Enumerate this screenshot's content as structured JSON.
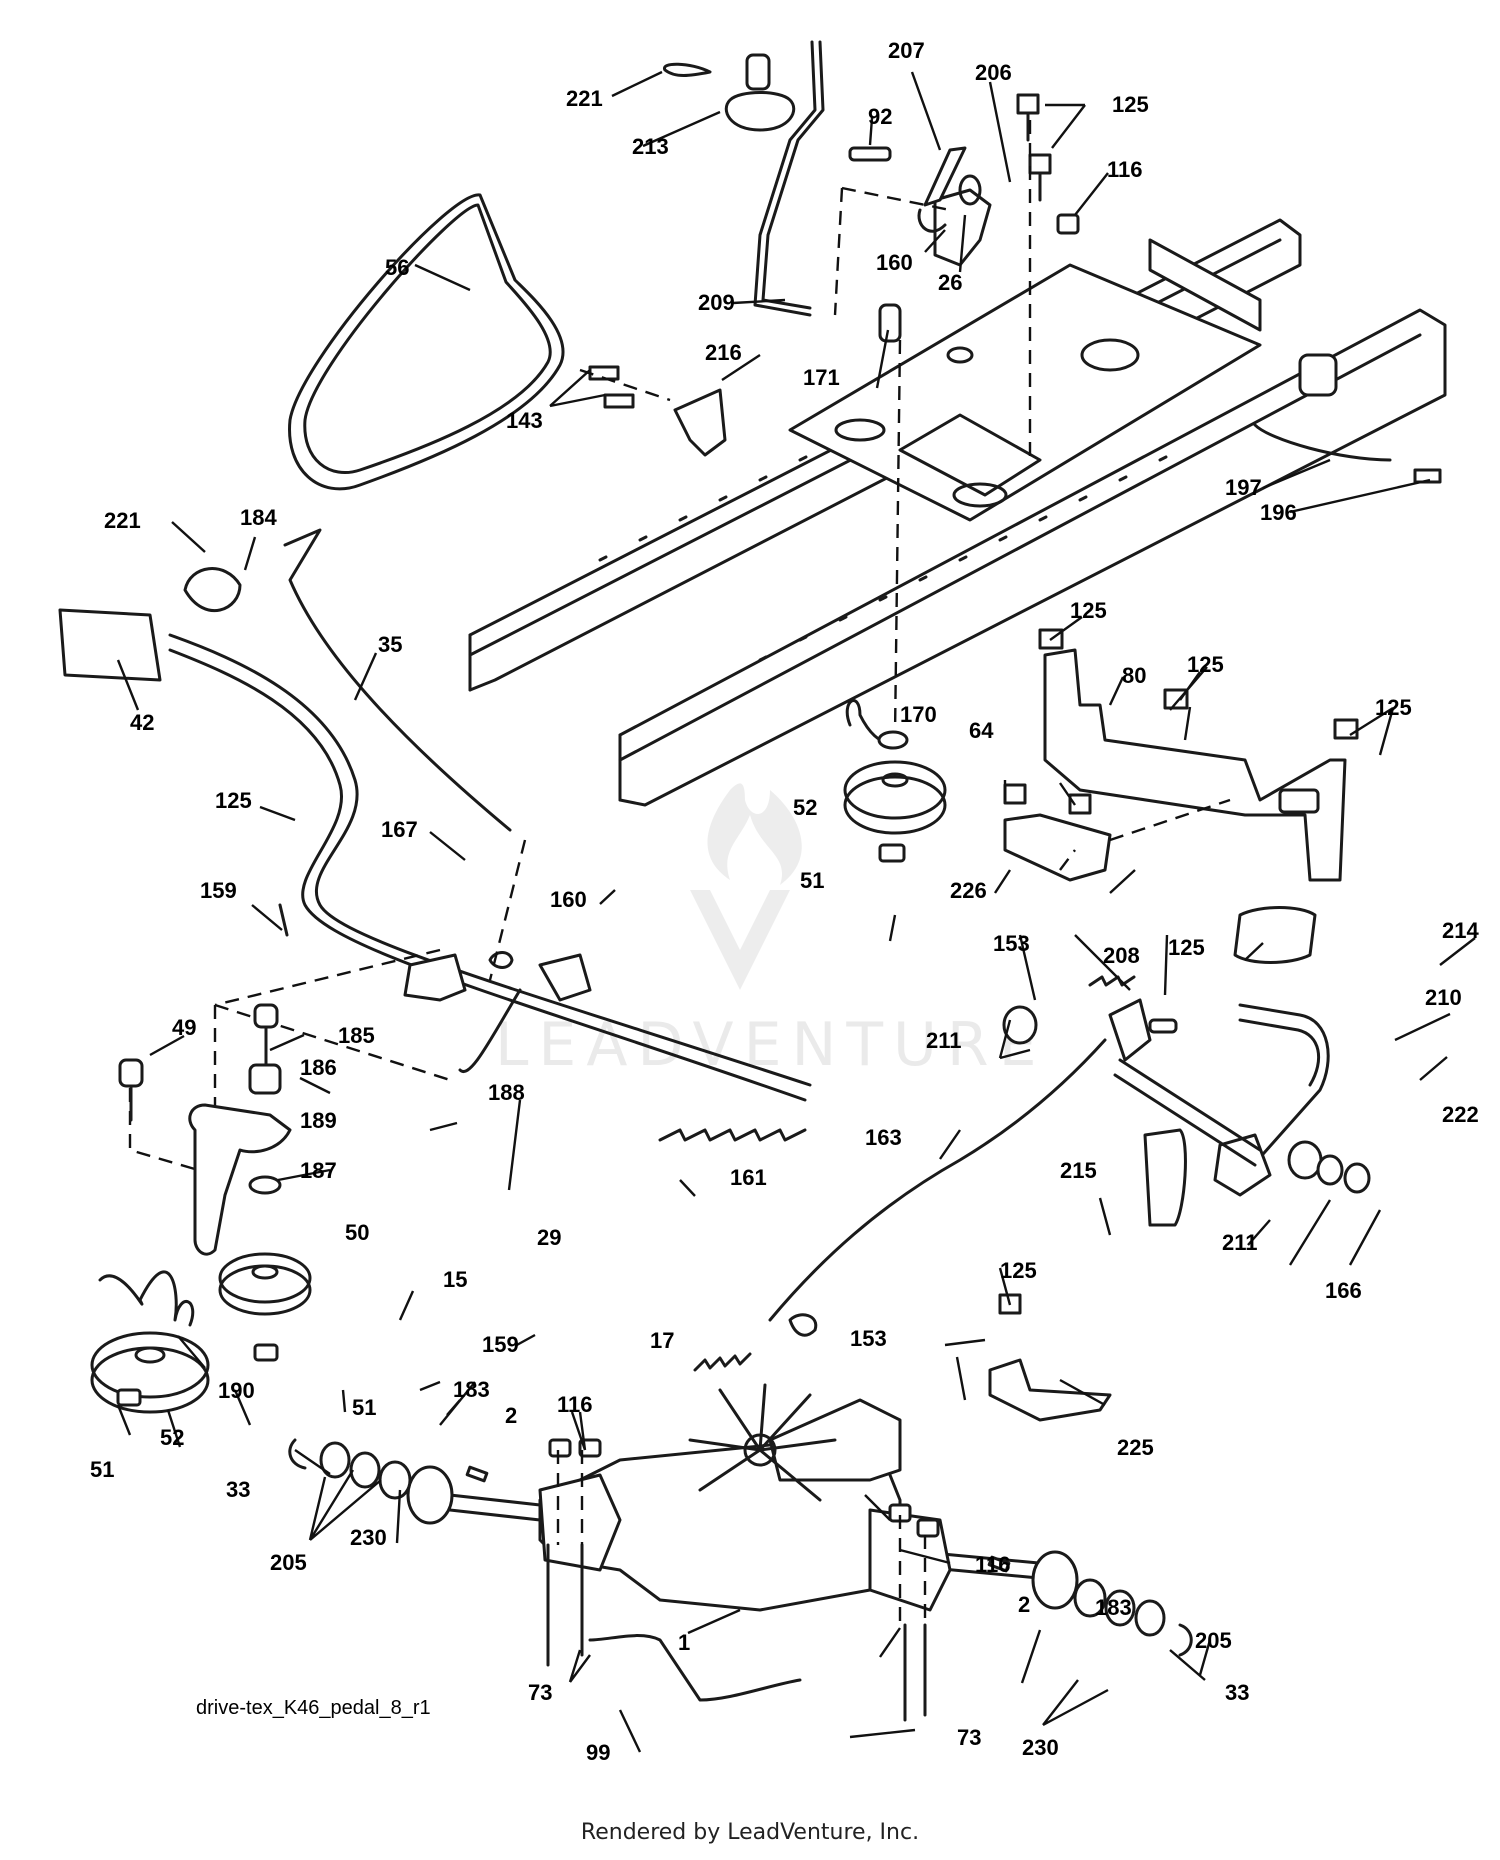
{
  "diagram": {
    "figure_id": "drive-tex_K46_pedal_8_r1",
    "footer": "Rendered by LeadVenture, Inc.",
    "watermark": {
      "text": "LEADVENTURE",
      "logo_icon": "leadventure-flame-logo"
    },
    "callouts": [
      "221",
      "213",
      "207",
      "92",
      "206",
      "125",
      "116",
      "160",
      "26",
      "56",
      "209",
      "216",
      "143",
      "171",
      "197",
      "196",
      "221",
      "184",
      "35",
      "42",
      "125",
      "80",
      "125",
      "125",
      "170",
      "64",
      "125",
      "52",
      "226",
      "167",
      "51",
      "160",
      "159",
      "153",
      "208",
      "125",
      "214",
      "185",
      "211",
      "210",
      "49",
      "186",
      "188",
      "189",
      "222",
      "187",
      "161",
      "163",
      "215",
      "50",
      "29",
      "211",
      "166",
      "15",
      "125",
      "159",
      "17",
      "153",
      "190",
      "51",
      "183",
      "116",
      "52",
      "2",
      "225",
      "51",
      "33",
      "230",
      "116",
      "205",
      "183",
      "2",
      "1",
      "205",
      "73",
      "33",
      "99",
      "73",
      "230"
    ]
  }
}
